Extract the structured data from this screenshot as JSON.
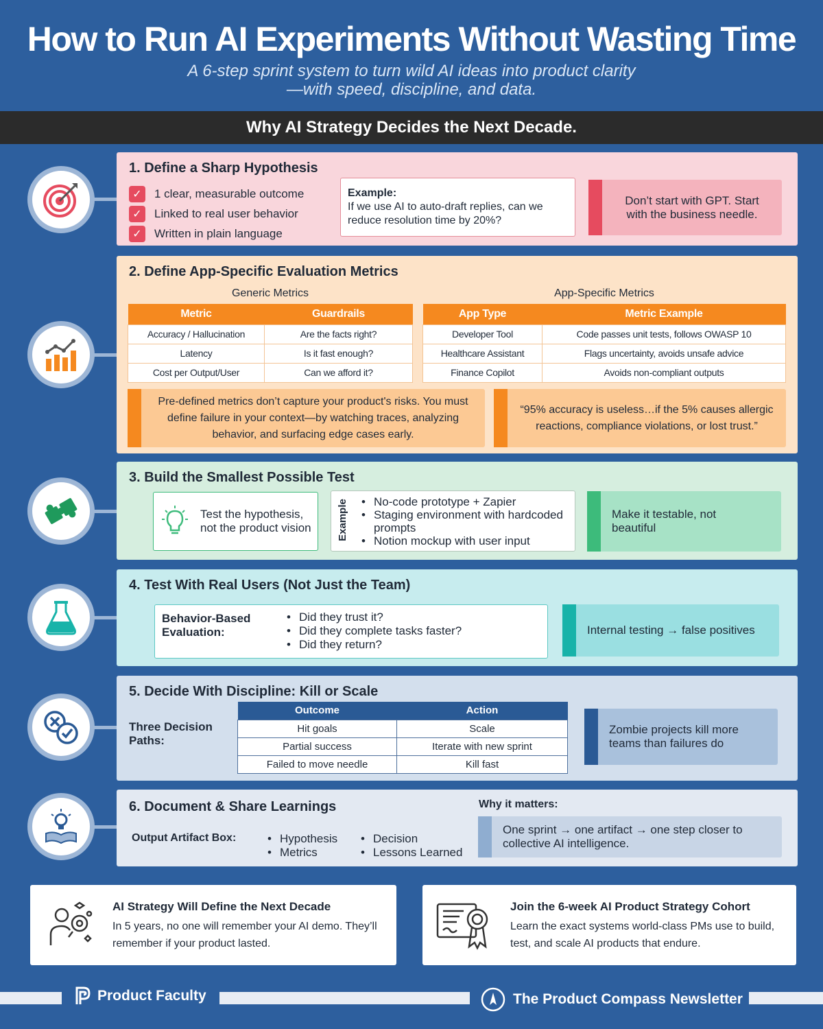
{
  "header": {
    "title": "How to Run AI Experiments Without Wasting Time",
    "subtitle_line1": "A 6-step sprint system to turn wild AI ideas into product clarity",
    "subtitle_line2": "—with speed, discipline, and data.",
    "banner": "Why AI Strategy Decides the Next Decade."
  },
  "icons": {
    "step1": "target-icon",
    "step2": "bar-chart-icon",
    "step3": "puzzle-icon",
    "step4": "flask-icon",
    "step5": "decision-icon",
    "step6": "book-idea-icon"
  },
  "colors": {
    "background": "#2d5f9e",
    "step1": "#f9d6dc",
    "step2": "#fde3c8",
    "step3": "#d6eedf",
    "step4": "#c7ecee",
    "step5": "#d3dfed",
    "step6": "#e3e9f2",
    "accent_red": "#e64b5f",
    "accent_orange": "#f5891f",
    "accent_green": "#3dbb7b",
    "accent_teal": "#18b3a9",
    "accent_navy": "#2a5a95"
  },
  "step1": {
    "title": "1. Define a Sharp Hypothesis",
    "checks": [
      "1 clear, measurable outcome",
      "Linked to real user behavior",
      "Written in plain language"
    ],
    "example_label": "Example:",
    "example_text": "If we use AI to auto-draft replies, can we reduce resolution time by 20%?",
    "note": "Don’t start with GPT. Start with the business needle."
  },
  "step2": {
    "title": "2. Define App-Specific Evaluation Metrics",
    "generic_label": "Generic Metrics",
    "generic_headers": [
      "Metric",
      "Guardrails"
    ],
    "generic_rows": [
      [
        "Accuracy / Hallucination",
        "Are the facts right?"
      ],
      [
        "Latency",
        "Is it fast enough?"
      ],
      [
        "Cost per Output/User",
        "Can we afford it?"
      ]
    ],
    "app_label": "App-Specific Metrics",
    "app_headers": [
      "App Type",
      "Metric Example"
    ],
    "app_rows": [
      [
        "Developer Tool",
        "Code passes unit tests, follows OWASP 10"
      ],
      [
        "Healthcare Assistant",
        "Flags uncertainty, avoids unsafe advice"
      ],
      [
        "Finance Copilot",
        "Avoids non-compliant outputs"
      ]
    ],
    "note1": "Pre-defined metrics don’t capture your product's risks. You must define failure in your context—by watching traces, analyzing behavior, and surfacing edge cases early.",
    "note2": "“95% accuracy is useless…if the 5% causes allergic reactions, compliance violations, or lost trust.”"
  },
  "step3": {
    "title": "3. Build the Smallest Possible Test",
    "idea_text": "Test the hypothesis, not the product vision",
    "example_label": "Example",
    "examples": [
      "No-code prototype + Zapier",
      "Staging environment with hardcoded prompts",
      "Notion mockup with user input"
    ],
    "note": "Make it testable, not beautiful"
  },
  "step4": {
    "title": "4. Test With Real Users (Not Just the Team)",
    "label": "Behavior-Based Evaluation:",
    "questions": [
      "Did they trust it?",
      "Did they complete tasks faster?",
      "Did they return?"
    ],
    "note": "Internal testing → false positives"
  },
  "step5": {
    "title": "5. Decide With Discipline: Kill or Scale",
    "label": "Three Decision Paths:",
    "headers": [
      "Outcome",
      "Action"
    ],
    "rows": [
      [
        "Hit goals",
        "Scale"
      ],
      [
        "Partial success",
        "Iterate with new sprint"
      ],
      [
        "Failed to move needle",
        "Kill fast"
      ]
    ],
    "note": "Zombie projects kill more teams than failures do"
  },
  "step6": {
    "title": "6. Document & Share Learnings",
    "label": "Output Artifact Box:",
    "col1": [
      "Hypothesis",
      "Metrics"
    ],
    "col2": [
      "Decision",
      "Lessons Learned"
    ],
    "why_label": "Why it matters:",
    "why_text": "One sprint → one artifact → one step closer to collective AI intelligence."
  },
  "cards": {
    "left_title": "AI Strategy Will Define the Next Decade",
    "left_text": "In 5 years, no one will remember your AI demo. They’ll remember if your product lasted.",
    "right_title": "Join the 6-week AI Product Strategy Cohort",
    "right_text": "Learn the exact systems world-class PMs use to build, test, and scale AI products that endure."
  },
  "footer": {
    "brand_left": "Product Faculty",
    "brand_right": "The Product Compass Newsletter"
  }
}
